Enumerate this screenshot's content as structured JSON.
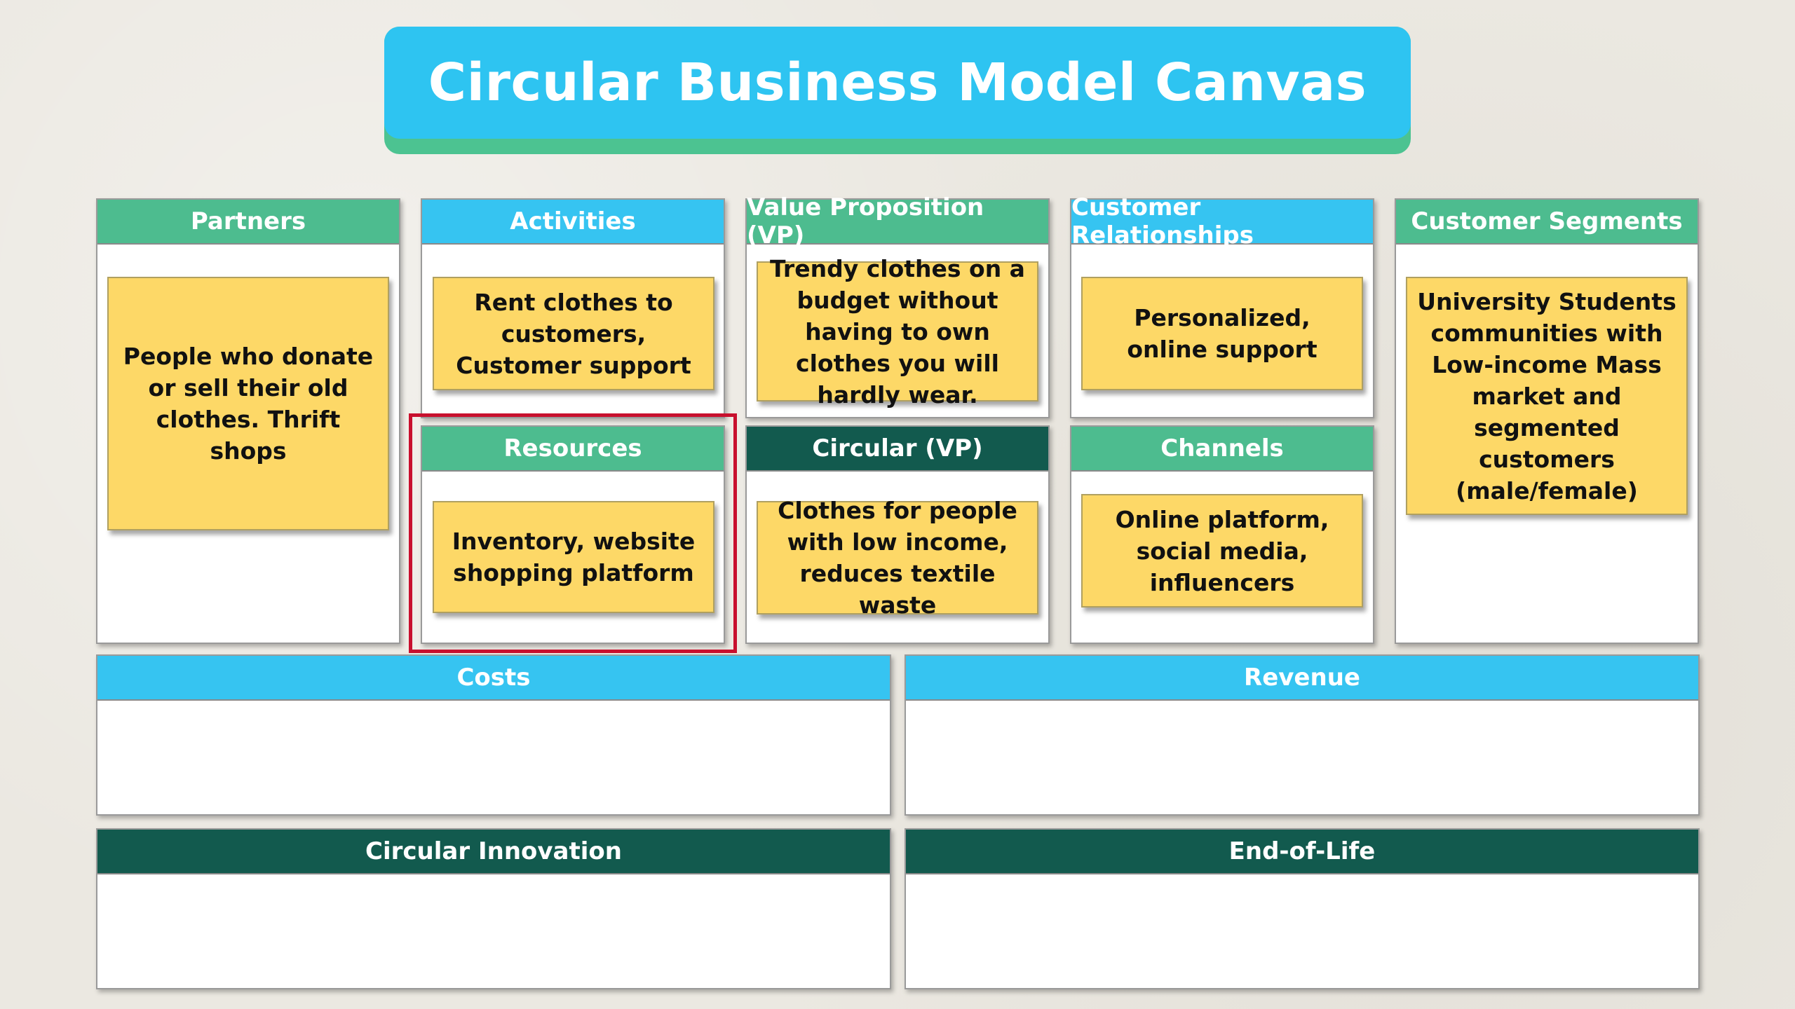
{
  "title": "Circular Business Model Canvas",
  "sections": {
    "partners": {
      "header": "Partners",
      "note": "People who donate or sell their old clothes. Thrift shops"
    },
    "activities": {
      "header": "Activities",
      "note": "Rent clothes to customers, Customer support"
    },
    "resources": {
      "header": "Resources",
      "note": "Inventory, website shopping platform"
    },
    "value_proposition": {
      "header": "Value Proposition (VP)",
      "note": "Trendy clothes on a budget without having to own clothes you will hardly wear."
    },
    "circular_vp": {
      "header": "Circular (VP)",
      "note": "Clothes for people with low income, reduces textile waste"
    },
    "customer_relationships": {
      "header": "Customer Relationships",
      "note": "Personalized, online support"
    },
    "channels": {
      "header": "Channels",
      "note": "Online platform, social media, influencers"
    },
    "customer_segments": {
      "header": "Customer Segments",
      "note": "University Students communities with Low-income Mass market and segmented customers (male/female)"
    },
    "costs": {
      "header": "Costs"
    },
    "revenue": {
      "header": "Revenue"
    },
    "circular_innovation": {
      "header": "Circular Innovation"
    },
    "end_of_life": {
      "header": "End-of-Life"
    }
  },
  "colors": {
    "title_bg": "#2ec4f1",
    "title_shadow": "#4cc391",
    "header_green": "#4dbc8f",
    "header_blue": "#36c4f1",
    "header_dark": "#125a4e",
    "sticky_note": "#fdd867",
    "highlight": "#c8102e"
  }
}
